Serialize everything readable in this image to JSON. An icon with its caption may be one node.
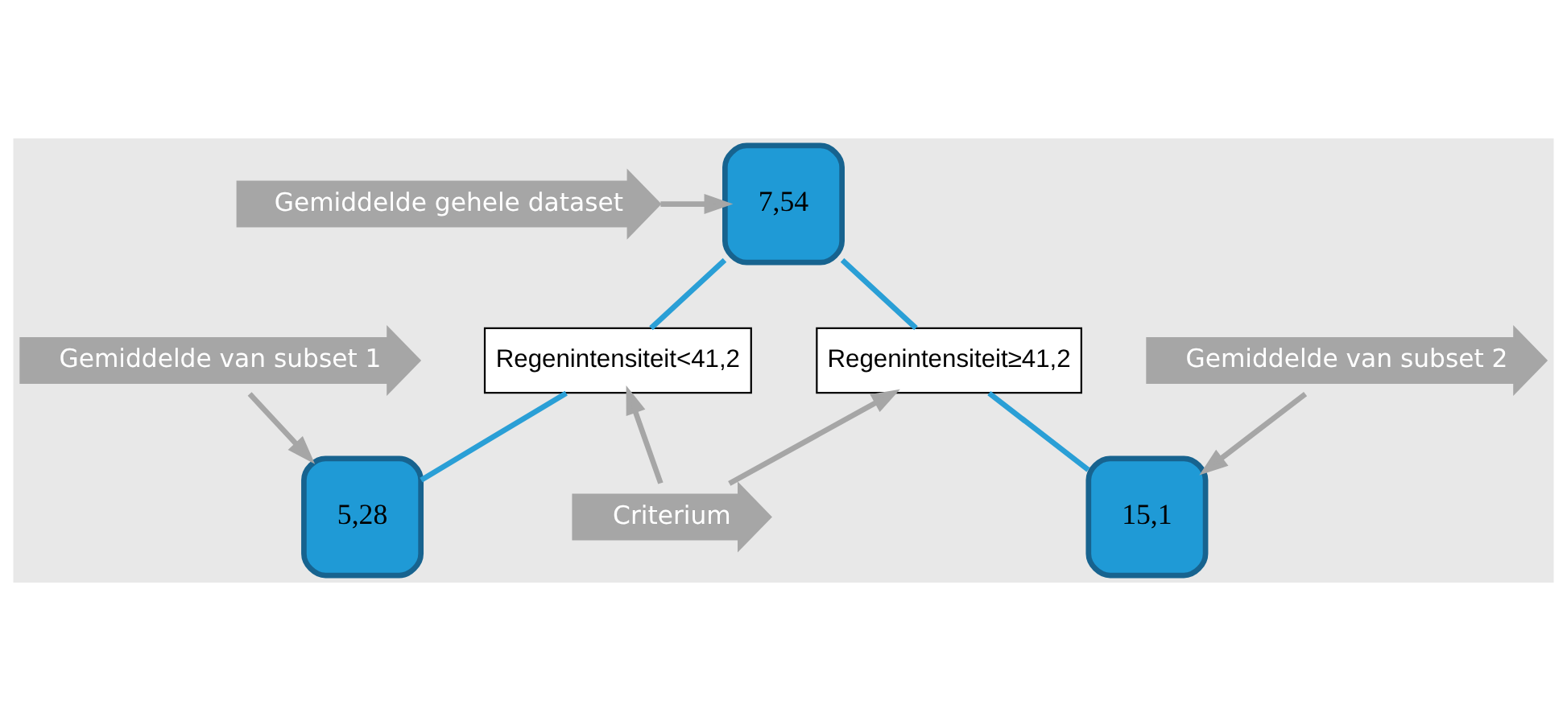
{
  "diagram": {
    "nodes": [
      {
        "text": [
          "7,54"
        ]
      },
      {
        "text": [
          "Gemiddelde gehele dataset"
        ]
      },
      {
        "text": [
          "Regenintensiteit<41,2"
        ]
      },
      {
        "text": [
          "Regenintensiteit≥41,2"
        ]
      },
      {
        "text": [
          "5,28"
        ]
      },
      {
        "text": [
          "15,1"
        ]
      },
      {
        "text": [
          "Criterium"
        ]
      },
      {
        "text": [
          "Gemiddelde van subset 1"
        ]
      },
      {
        "text": [
          "Gemiddelde van subset 2"
        ]
      }
    ],
    "edges": [
      {
        "from": 1,
        "to": 0,
        "arrow": "to"
      },
      {
        "from": 0,
        "to": 2,
        "arrow": "none",
        "color": "#2a9fd6"
      },
      {
        "from": 0,
        "to": 3,
        "arrow": "none",
        "color": "#2a9fd6"
      },
      {
        "from": 2,
        "to": 4,
        "arrow": "none",
        "color": "#2a9fd6"
      },
      {
        "from": 3,
        "to": 5,
        "arrow": "none",
        "color": "#2a9fd6"
      },
      {
        "from": 6,
        "to": 2,
        "arrow": "to"
      },
      {
        "from": 6,
        "to": 3,
        "arrow": "to"
      },
      {
        "from": 7,
        "to": 4,
        "arrow": "to"
      },
      {
        "from": 8,
        "to": 5,
        "arrow": "to"
      }
    ]
  }
}
